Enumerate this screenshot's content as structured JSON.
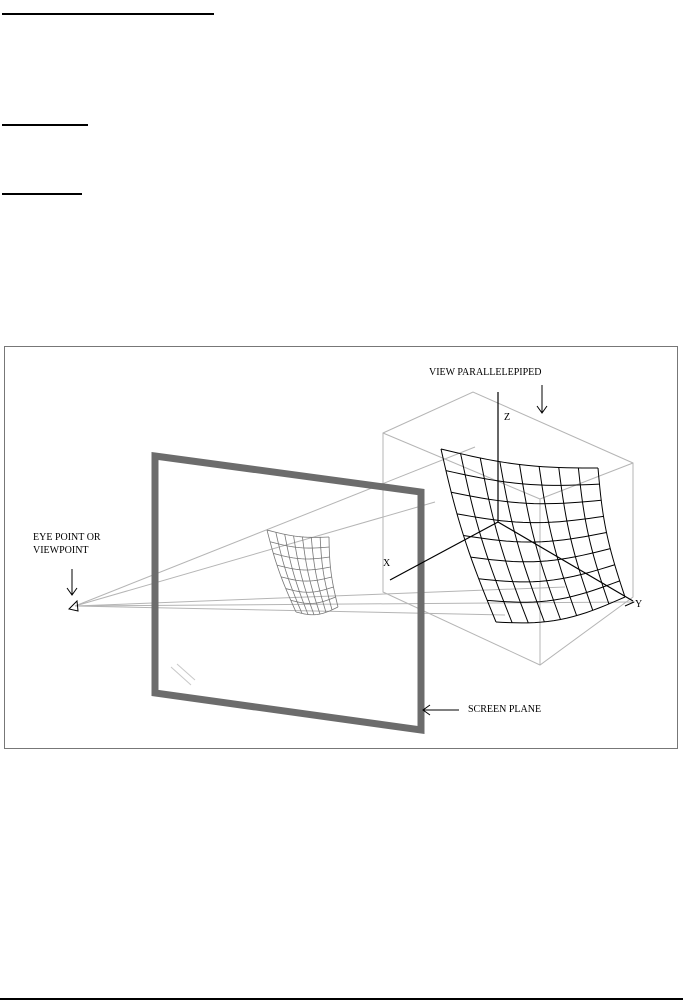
{
  "diagram": {
    "labels": {
      "view_parallelepiped": "VIEW PARALLELEPIPED",
      "z_axis": "Z",
      "x_axis": "X",
      "y_axis": "Y",
      "eye_point_line1": "EYE POINT OR",
      "eye_point_line2": "VIEWPOINT",
      "screen_plane": "SCREEN PLANE"
    }
  }
}
